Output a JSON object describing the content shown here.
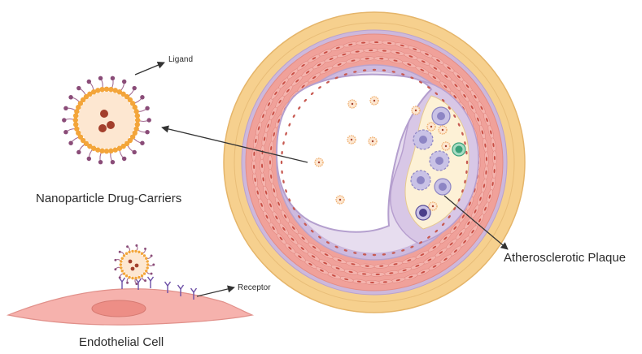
{
  "labels": {
    "ligand": "Ligand",
    "nanoparticle": "Nanoparticle Drug-Carriers",
    "receptor": "Receptor",
    "endothelial": "Endothelial Cell",
    "plaque": "Atherosclerotic Plaque"
  },
  "colors": {
    "adventitia": "#f6d08e",
    "media": "#f0a19a",
    "intima": "#cdbadf",
    "plaque_core": "#fdf1d6",
    "endothelial_cell": "#f6b2ad",
    "nucleus": "#ed8e86",
    "particle_core": "#fde7d1",
    "lipid_head": "#f3a53a",
    "drug": "#a33f2c",
    "ligand": "#a46e94",
    "receptor": "#6c4ea6",
    "foam_cell": "#a8a1d6",
    "green_cell": "#3aa17a",
    "arrow": "#333333"
  }
}
